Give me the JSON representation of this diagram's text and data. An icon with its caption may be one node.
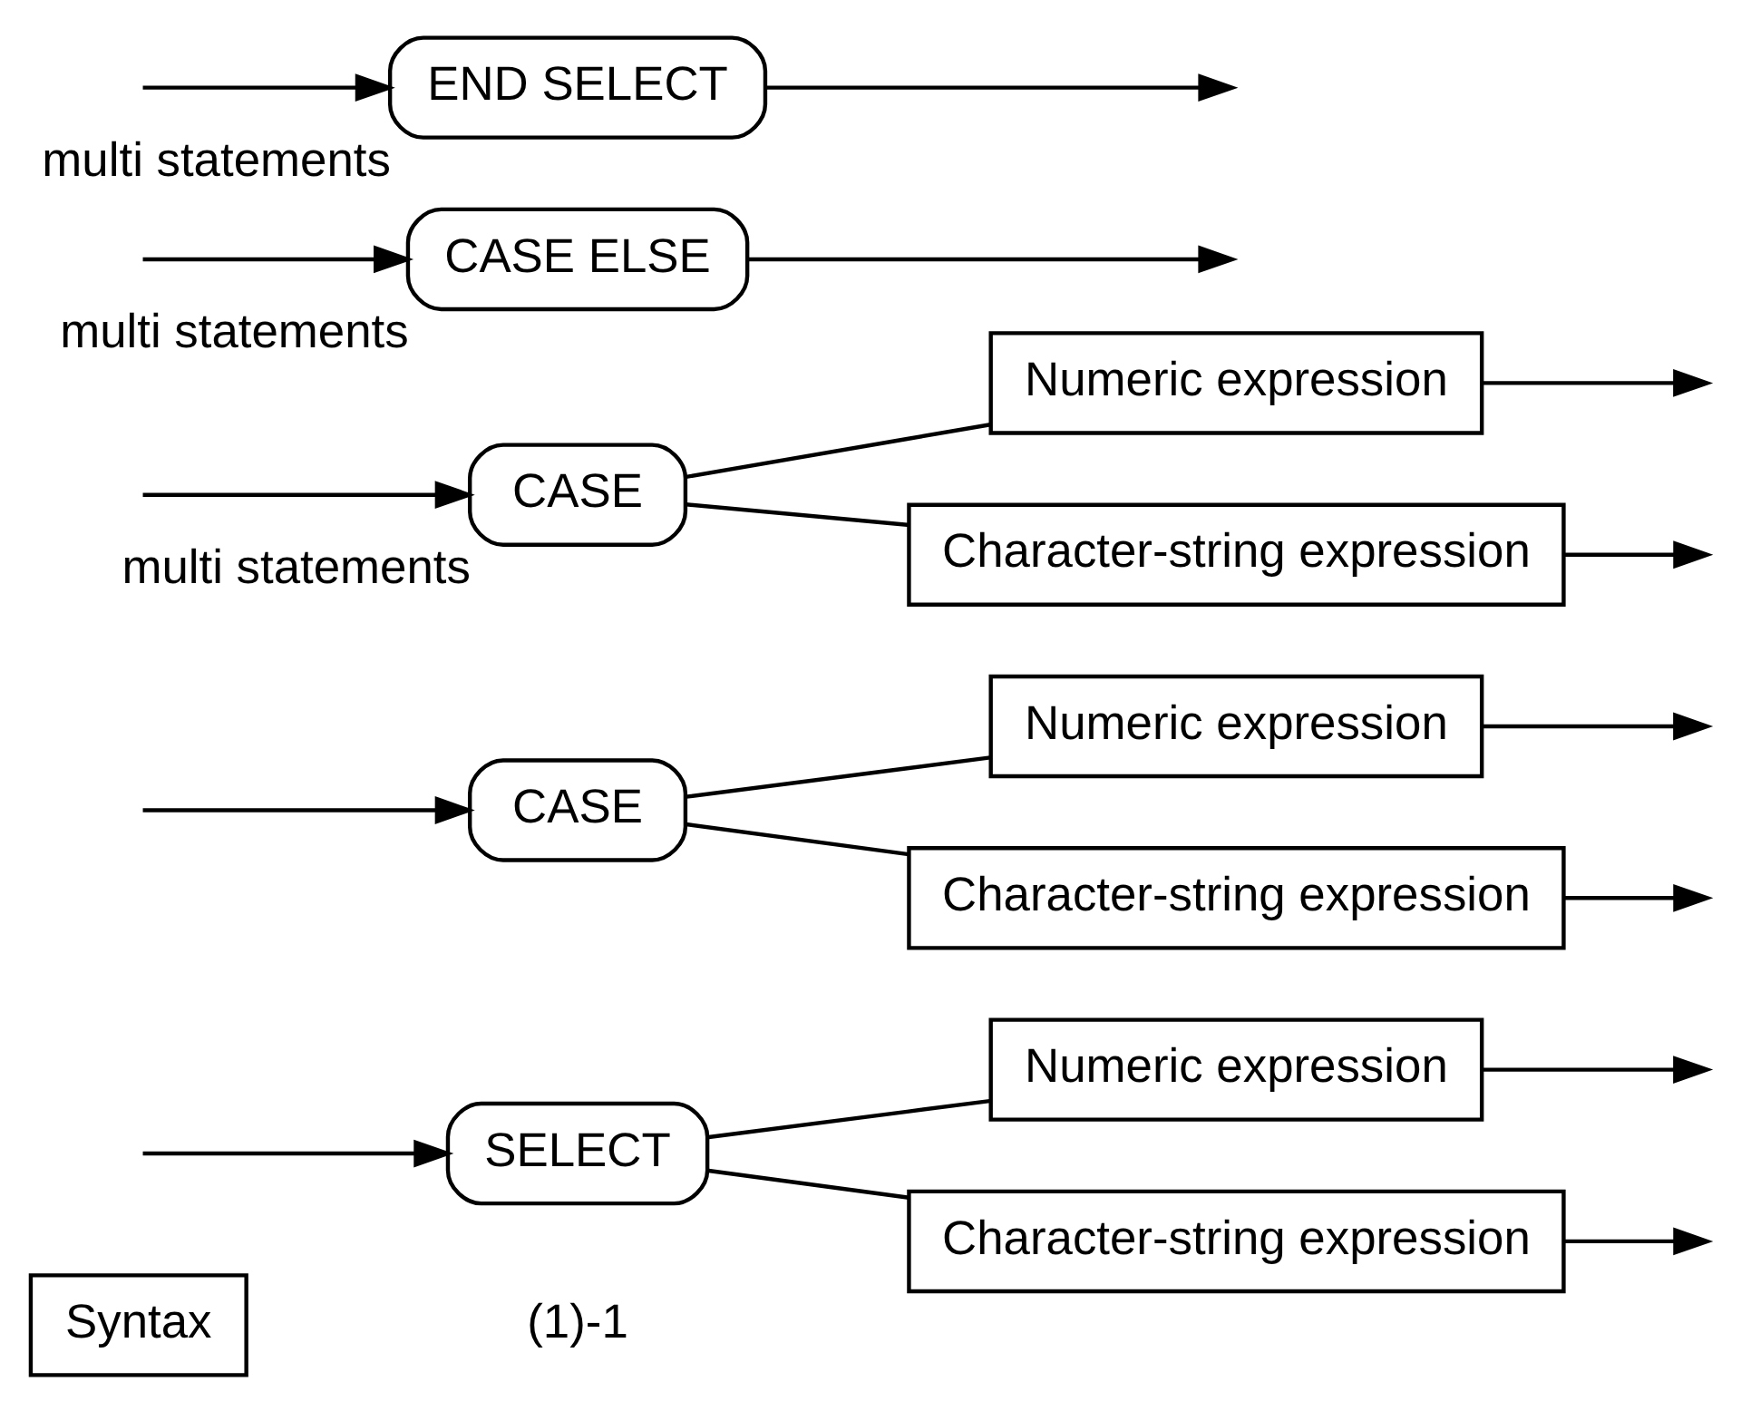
{
  "diagram": {
    "nodes": [
      {
        "text": [
          "Syntax"
        ]
      },
      {
        "text": [
          "SELECT"
        ]
      },
      {
        "text": [
          "Numeric expression"
        ]
      },
      {
        "text": [
          "Character-string expression"
        ]
      },
      {
        "text": [
          "CASE"
        ]
      },
      {
        "text": [
          "Numeric expression"
        ]
      },
      {
        "text": [
          "Character-string expression"
        ]
      },
      {
        "text": [
          "CASE"
        ],
        "beside": [
          "multi statements"
        ]
      },
      {
        "text": [
          "Numeric expression"
        ]
      },
      {
        "text": [
          "Character-string expression"
        ]
      },
      {
        "text": [
          "CASE ELSE"
        ],
        "beside": [
          "multi statements"
        ]
      },
      {
        "text": [
          "END SELECT"
        ],
        "beside": [
          "multi statements"
        ]
      }
    ],
    "edges": [
      {
        "from": null,
        "to": 1,
        "arrow": "to"
      },
      {
        "from": 1,
        "to": 2,
        "arrow": "none"
      },
      {
        "from": 1,
        "to": 3,
        "arrow": "none"
      },
      {
        "from": 2,
        "to": null,
        "arrow": "to"
      },
      {
        "from": 3,
        "to": null,
        "arrow": "to"
      },
      {
        "from": null,
        "to": 4,
        "arrow": "to"
      },
      {
        "from": 4,
        "to": 5,
        "arrow": "none"
      },
      {
        "from": 4,
        "to": 6,
        "arrow": "none"
      },
      {
        "from": 5,
        "to": null,
        "arrow": "to"
      },
      {
        "from": 6,
        "to": null,
        "arrow": "to"
      },
      {
        "from": null,
        "to": 7,
        "arrow": "to"
      },
      {
        "from": 7,
        "to": 8,
        "arrow": "none"
      },
      {
        "from": 7,
        "to": 9,
        "arrow": "none"
      },
      {
        "from": 8,
        "to": null,
        "arrow": "to"
      },
      {
        "from": 9,
        "to": null,
        "arrow": "to"
      },
      {
        "from": 10,
        "to": null,
        "arrow": "to"
      },
      {
        "from": null,
        "to": 10,
        "arrow": "to"
      },
      {
        "from": 11,
        "to": null,
        "arrow": "to"
      },
      {
        "from": null,
        "to": 11,
        "arrow": "to"
      }
    ],
    "labels": [
      "(1)-1"
    ]
  }
}
